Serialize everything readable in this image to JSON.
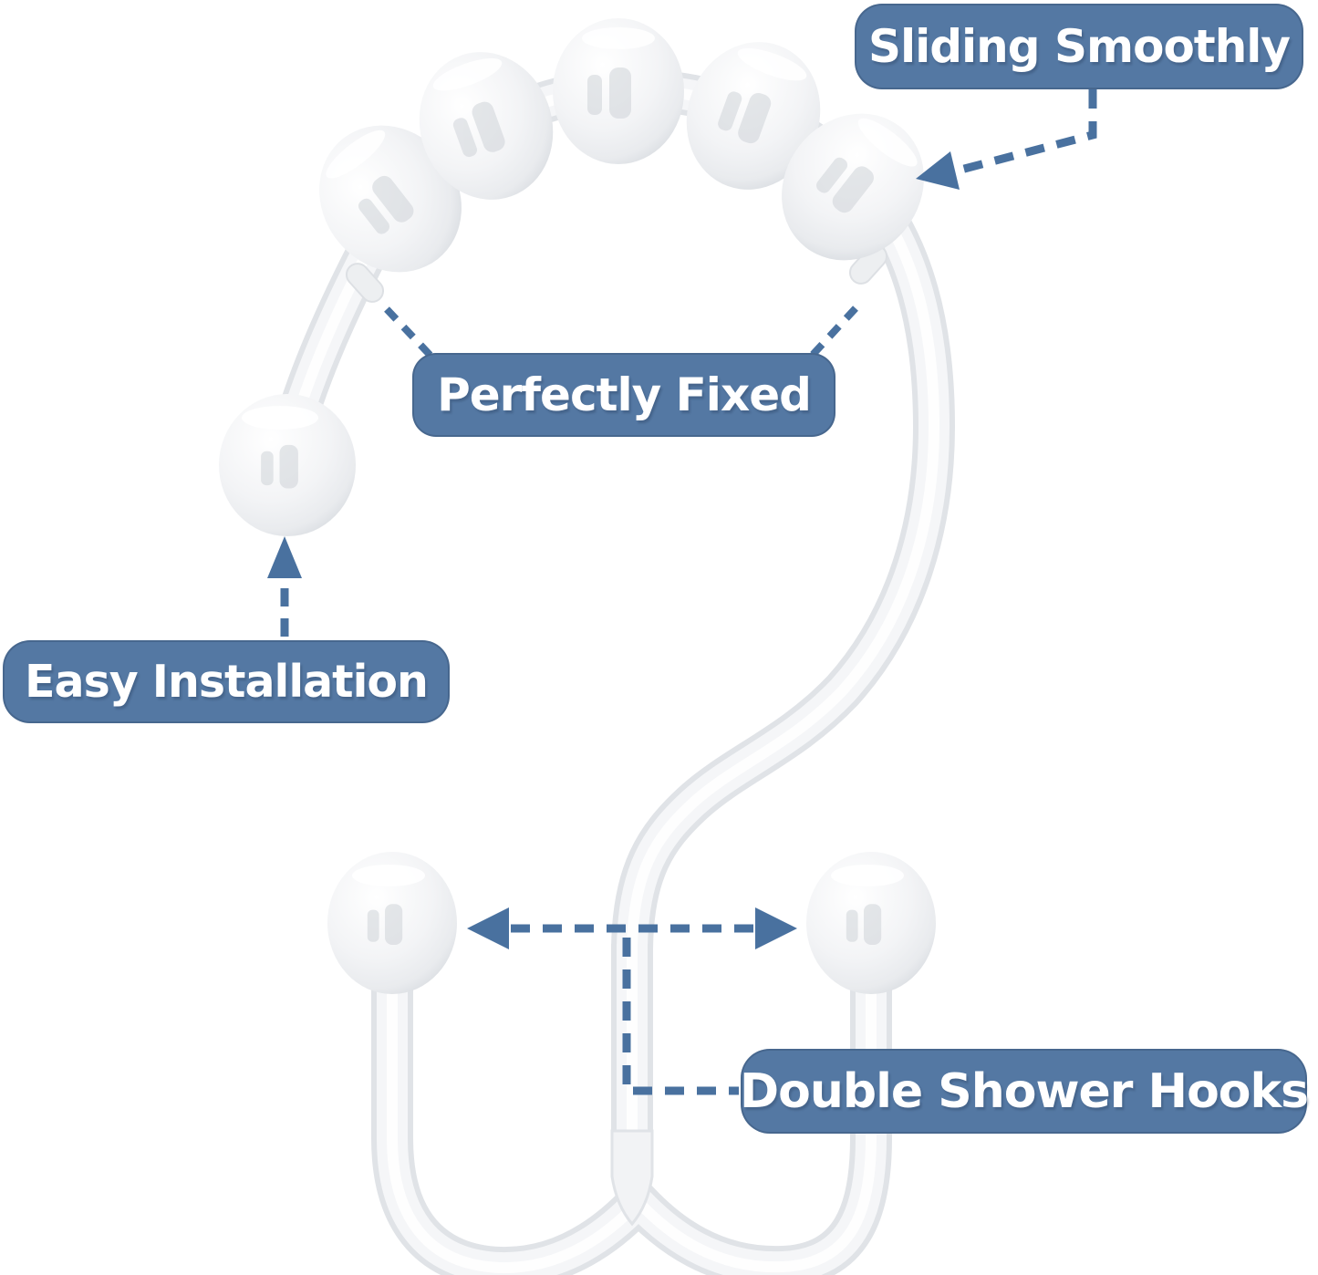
{
  "page": {
    "background": "#ffffff",
    "description": "Product infographic: white double shower curtain hook with glide beads and four callout labels"
  },
  "colors": {
    "callout_bg": "#5478a3",
    "callout_text": "#ffffff",
    "arrow_blue": "#49719f",
    "product_white": "#f5f6f8",
    "product_edge": "#e0e3e7"
  },
  "callouts": {
    "sliding_smoothly": {
      "label": "Sliding Smoothly"
    },
    "perfectly_fixed": {
      "label": "Perfectly Fixed"
    },
    "easy_installation": {
      "label": "Easy Installation"
    },
    "double_shower_hooks": {
      "label": "Double Shower Hooks"
    }
  },
  "product": {
    "glide_bead_count": 5,
    "hook_end_ball_count": 2,
    "loose_end_ball_count": 1
  }
}
